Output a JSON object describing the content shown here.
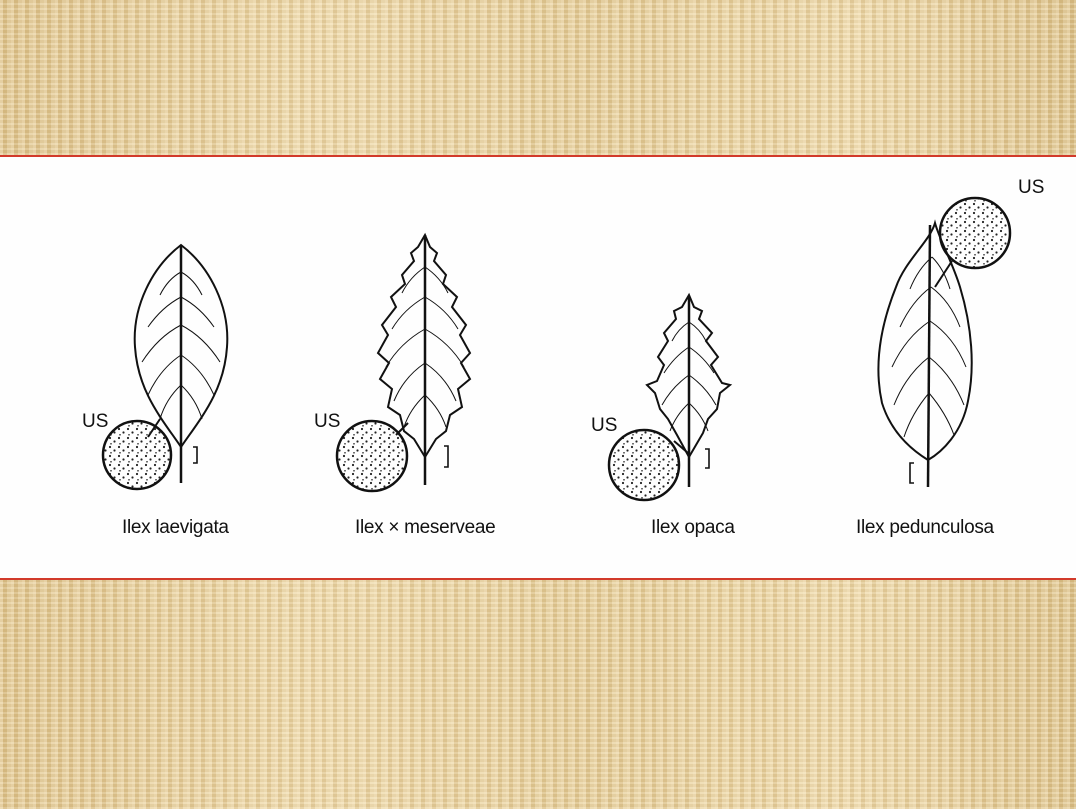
{
  "colors": {
    "rule_red": "#d23a2a",
    "parchment": "#e6cf9e",
    "panel": "#fefefe",
    "ink": "#111111"
  },
  "figure": {
    "marker_label": "US",
    "leaves": [
      {
        "name": "Ilex laevigata",
        "margin": "entire"
      },
      {
        "name": "Ilex × meserveae",
        "margin": "spiny"
      },
      {
        "name": "Ilex opaca",
        "margin": "spiny"
      },
      {
        "name": "Ilex pedunculosa",
        "margin": "entire"
      }
    ]
  }
}
